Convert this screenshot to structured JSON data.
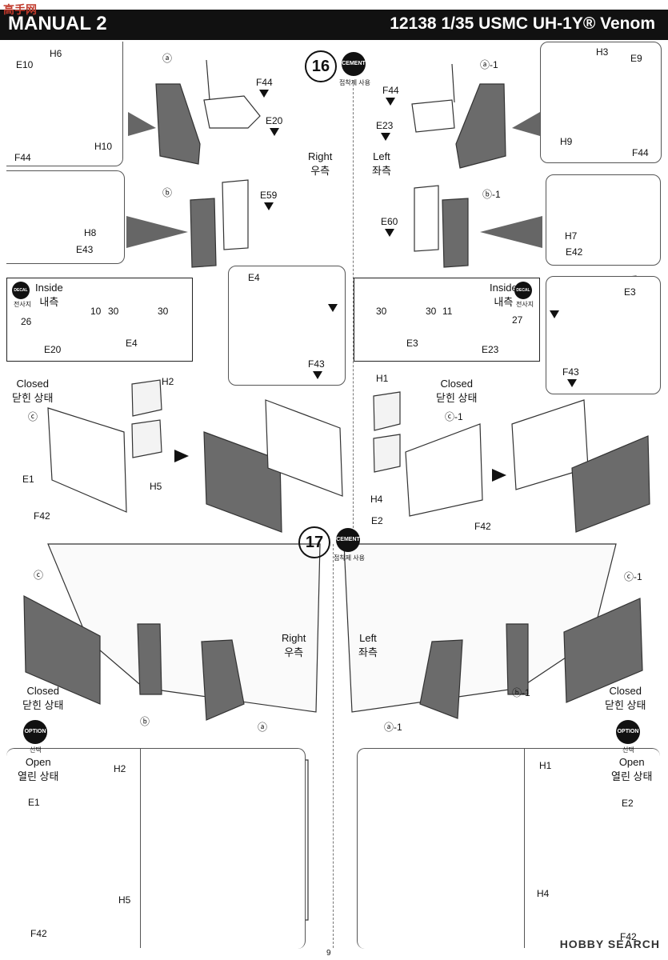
{
  "header": {
    "left_title": "MANUAL 2",
    "right_title": "12138 1/35 USMC UH-1Y® Venom",
    "watermark": "高手网"
  },
  "steps": [
    {
      "number": "16",
      "badge": "CEMENT",
      "badge_sub": "접착제 사용"
    },
    {
      "number": "17",
      "badge": "CEMENT",
      "badge_sub": "접착제 사용"
    }
  ],
  "labels": {
    "a": "ⓐ",
    "a1": "ⓐ-1",
    "b": "ⓑ",
    "b1": "ⓑ-1",
    "c": "ⓒ",
    "c1": "ⓒ-1",
    "right_en": "Right",
    "right_ko": "우측",
    "left_en": "Left",
    "left_ko": "좌측",
    "closed_en": "Closed",
    "closed_ko": "닫힌 상태",
    "open_en": "Open",
    "open_ko": "열린 상태",
    "inside_en": "Inside",
    "inside_ko": "내측",
    "decal_badge": "DECAL",
    "decal_sub": "전사지",
    "option_badge": "OPTION",
    "option_sub": "선택"
  },
  "parts": {
    "E10": "E10",
    "H6": "H6",
    "H10": "H10",
    "F44": "F44",
    "E20": "E20",
    "H3": "H3",
    "E9": "E9",
    "H9": "H9",
    "E23": "E23",
    "E59": "E59",
    "H8": "H8",
    "E43": "E43",
    "E60": "E60",
    "H7": "H7",
    "E42": "E42",
    "E4": "E4",
    "F43": "F43",
    "E3": "E3",
    "H2": "H2",
    "E1": "E1",
    "H5": "H5",
    "F42": "F42",
    "H1": "H1",
    "H4": "H4",
    "E2": "E2"
  },
  "decals": {
    "n10": "10",
    "n30": "30",
    "n26": "26",
    "n11": "11",
    "n27": "27"
  },
  "footer": {
    "page": "9",
    "brand": "HOBBY SEARCH"
  }
}
